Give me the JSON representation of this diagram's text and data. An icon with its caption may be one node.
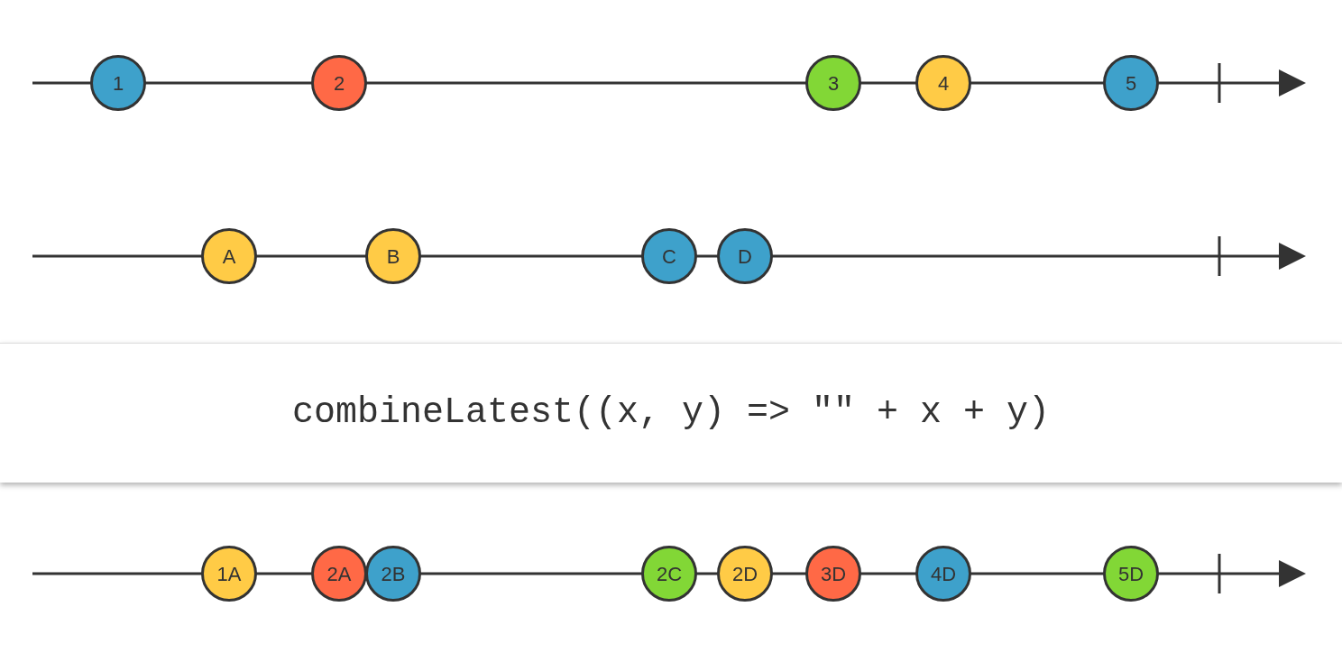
{
  "diagram": {
    "nodes": [
      {
        "text": [
          "1"
        ]
      },
      {
        "text": [
          "2"
        ]
      },
      {
        "text": [
          "3"
        ]
      },
      {
        "text": [
          "4"
        ]
      },
      {
        "text": [
          "5"
        ]
      },
      {
        "text": [
          "A"
        ]
      },
      {
        "text": [
          "B"
        ]
      },
      {
        "text": [
          "C"
        ]
      },
      {
        "text": [
          "D"
        ]
      },
      {
        "text": [
          "combineLatest((x, y) => \"\" + x + y)"
        ]
      },
      {
        "text": [
          "1A"
        ]
      },
      {
        "text": [
          "2A"
        ]
      },
      {
        "text": [
          "2B"
        ]
      },
      {
        "text": [
          "2C"
        ]
      },
      {
        "text": [
          "2D"
        ]
      },
      {
        "text": [
          "3D"
        ]
      },
      {
        "text": [
          "4D"
        ]
      },
      {
        "text": [
          "5D"
        ]
      }
    ]
  }
}
